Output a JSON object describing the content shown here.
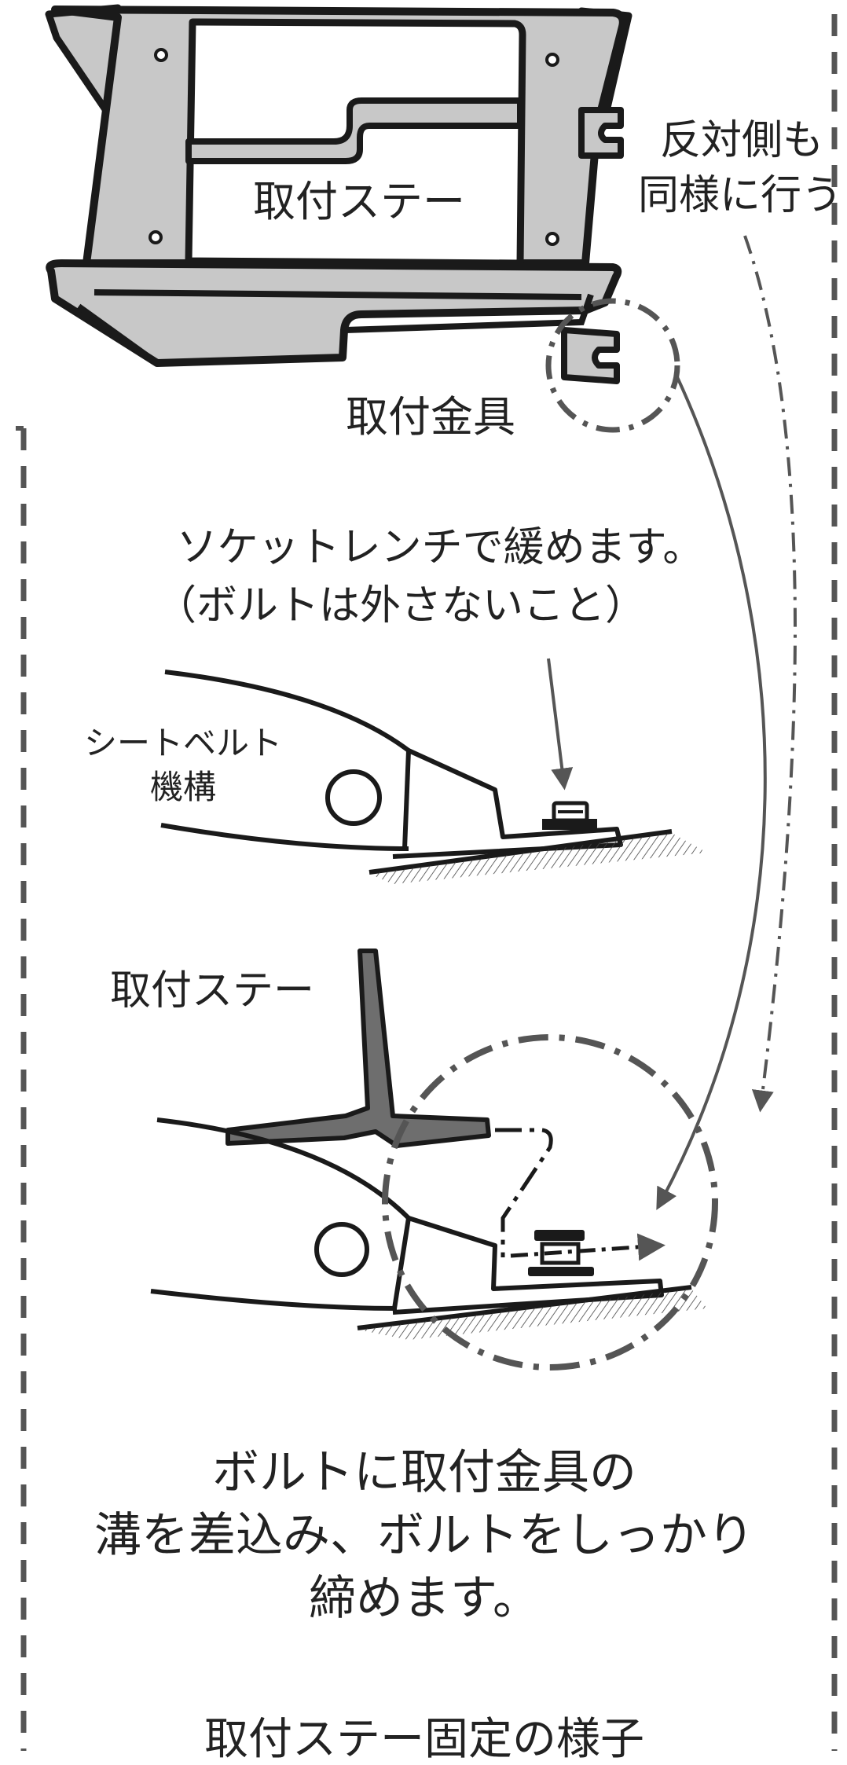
{
  "labels": {
    "stay_top": "取付ステー",
    "opposite_line1": "反対側も",
    "opposite_line2": "同様に行う",
    "bracket": "取付金具",
    "loosen_line1": "ソケットレンチで緩めます。",
    "loosen_line2": "（ボルトは外さないこと）",
    "seatbelt_line1": "シートベルト",
    "seatbelt_line2": "機構",
    "stay_mid": "取付ステー",
    "insert_line1": "ボルトに取付金具の",
    "insert_line2": "溝を差込み、ボルトをしっかり",
    "insert_line3": "締めます。",
    "caption": "取付ステー固定の様子"
  },
  "colors": {
    "outline": "#1a1a1a",
    "metal_fill": "#c8c8c8",
    "stay_fill": "#6e6e6e",
    "arrow": "#555555",
    "dash": "#555555"
  }
}
